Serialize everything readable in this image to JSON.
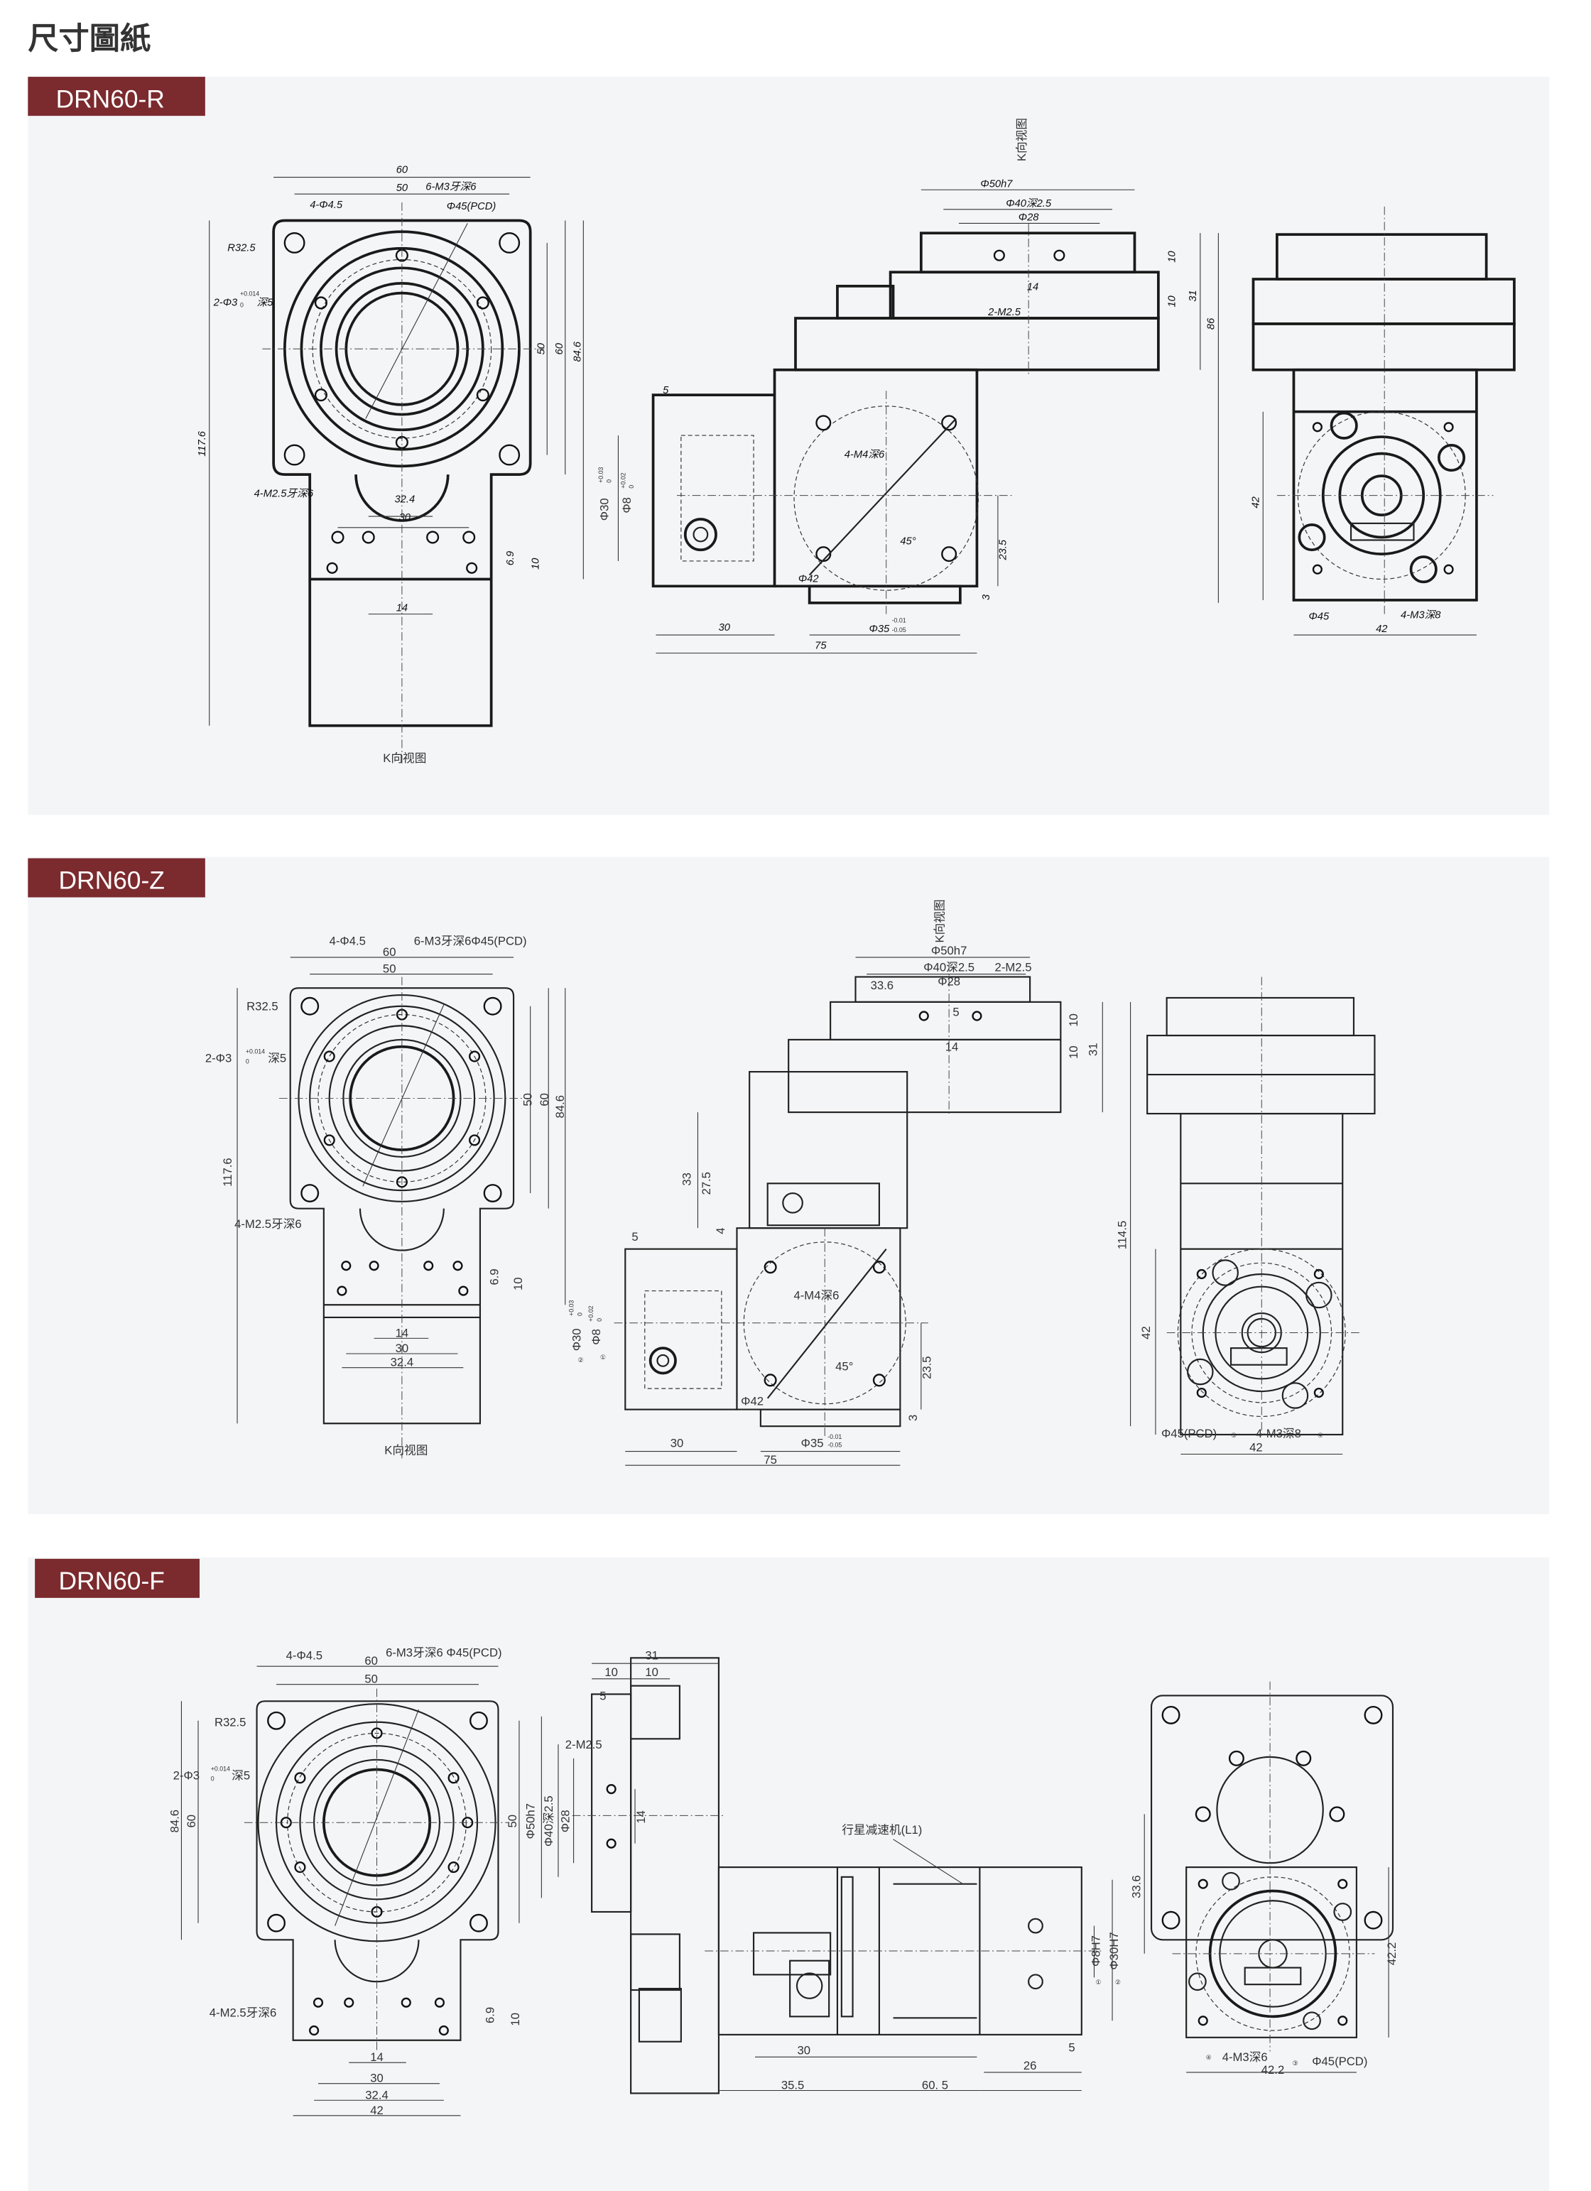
{
  "page": {
    "title": "尺寸圖紙",
    "accent": "#7b2a2e",
    "panel_bg": "#f4f5f7"
  },
  "sections": [
    {
      "tag": "DRN60-R",
      "front": {
        "w60": "60",
        "w50": "50",
        "holes": "4-Φ4.5",
        "tap": "6-M3牙深6",
        "pcd": "Φ45(PCD)",
        "r": "R32.5",
        "pin": "2-Φ3",
        "pin_tol_up": "+0.014",
        "pin_tol_lo": "0",
        "pin_depth": "深5",
        "h117": "117.6",
        "h50": "50",
        "h60": "60",
        "h84": "84.6",
        "tap2": "4-M2.5牙深6",
        "d324": "32.4",
        "d30": "30",
        "d14": "14",
        "d69": "6.9",
        "d10": "10",
        "view": "K向视图"
      },
      "side": {
        "view": "K向视图",
        "d50": "Φ50h7",
        "d40": "Φ40深2.5",
        "d28": "Φ28",
        "m25": "2-M2.5",
        "d14": "14",
        "h10a": "10",
        "h10b": "10",
        "h31": "31",
        "h86": "86",
        "d5": "5",
        "d30": "Φ30",
        "d30_tol_up": "+0.03",
        "d30_tol_lo": "0",
        "d8": "Φ8",
        "d8_tol_up": "+0.02",
        "d8_tol_lo": "0",
        "m4": "4-M4深6",
        "ang": "45°",
        "d42": "Φ42",
        "h235": "23.5",
        "h3": "3",
        "w30": "30",
        "d35": "Φ35",
        "d35_tol_up": "-0.01",
        "d35_tol_lo": "-0.05",
        "w75": "75"
      },
      "end": {
        "h42": "42",
        "d45": "Φ45",
        "m3": "4-M3深8",
        "w42": "42"
      }
    },
    {
      "tag": "DRN60-Z",
      "front": {
        "w60": "60",
        "w50": "50",
        "holes": "4-Φ4.5",
        "tap": "6-M3牙深6Φ45(PCD)",
        "r": "R32.5",
        "pin": "2-Φ3",
        "pin_tol_up": "+0.014",
        "pin_tol_lo": "0",
        "pin_depth": "深5",
        "h117": "117.6",
        "h50": "50",
        "h60": "60",
        "h84": "84.6",
        "tap2": "4-M2.5牙深6",
        "d69": "6.9",
        "d10": "10",
        "d14": "14",
        "d30": "30",
        "d324": "32.4",
        "view": "K向视图"
      },
      "side": {
        "view": "K向视图",
        "d50": "Φ50h7",
        "d40": "Φ40深2.5",
        "m25": "2-M2.5",
        "d28": "Φ28",
        "d336": "33.6",
        "d5t": "5",
        "d14": "14",
        "h10a": "10",
        "h10b": "10",
        "h31": "31",
        "h33": "33",
        "h275": "27.5",
        "h4": "4",
        "h1145": "114.5",
        "d5": "5",
        "d30": "Φ30",
        "d30_tol_up": "+0.03",
        "d30_tol_lo": "0",
        "n2": "②",
        "d8": "Φ8",
        "d8_tol_up": "+0.02",
        "d8_tol_lo": "0",
        "n1": "①",
        "m4": "4-M4深6",
        "ang": "45°",
        "d42": "Φ42",
        "h235": "23.5",
        "h3": "3",
        "w30": "30",
        "d35": "Φ35",
        "d35_tol_up": "-0.01",
        "d35_tol_lo": "-0.05",
        "w75": "75"
      },
      "end": {
        "h42": "42",
        "pcd": "Φ45(PCD)",
        "n3": "③",
        "m3": "4-M3深8",
        "n4": "④",
        "w42": "42"
      }
    },
    {
      "tag": "DRN60-F",
      "front": {
        "holes": "4-Φ4.5",
        "w60": "60",
        "tap": "6-M3牙深6 Φ45(PCD)",
        "w50": "50",
        "r": "R32.5",
        "pin": "2-Φ3",
        "pin_tol_up": "+0.014",
        "pin_tol_lo": "0",
        "pin_depth": "深5",
        "h84": "84.6",
        "h60": "60",
        "h50": "50",
        "tap2": "4-M2.5牙深6",
        "d69": "6.9",
        "d10": "10",
        "d14": "14",
        "d30": "30",
        "d324": "32.4",
        "d42": "42"
      },
      "side": {
        "d50": "Φ50h7",
        "d40": "Φ40深2.5",
        "d28": "Φ28",
        "m25": "2-M2.5",
        "w31": "31",
        "w10a": "10",
        "w10b": "10",
        "w5": "5",
        "d14": "14",
        "reducer": "行星减速机(L1)",
        "d8": "Φ8H7",
        "n1": "①",
        "d30": "Φ30H7",
        "n2": "②",
        "w30": "30",
        "w355": "35.5",
        "w605": "60. 5",
        "w26": "26",
        "w5b": "5"
      },
      "end": {
        "h336": "33.6",
        "h422": "42.2",
        "n4": "④",
        "m3": "4-M3深6",
        "w422": "42.2",
        "n3": "③",
        "pcd": "Φ45(PCD)"
      }
    }
  ]
}
